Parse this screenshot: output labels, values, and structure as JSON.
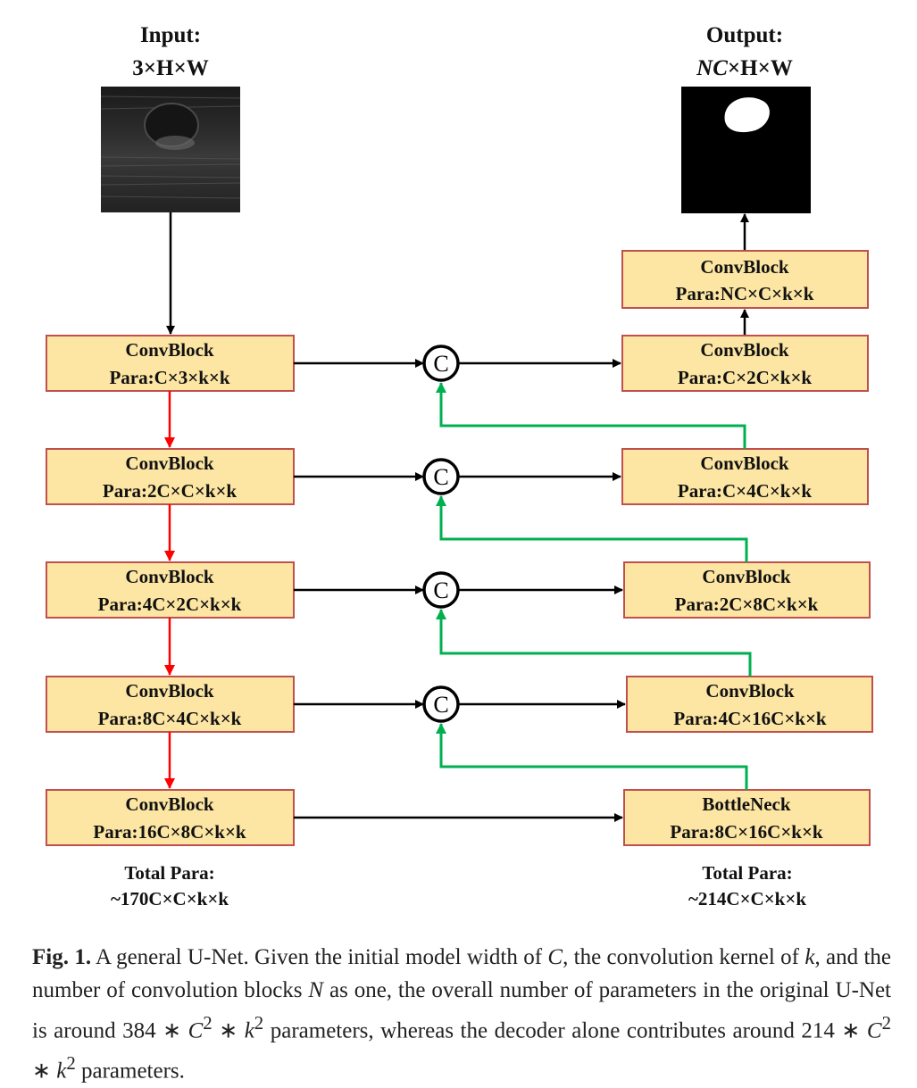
{
  "input": {
    "title": "Input:",
    "shape": "3×H×W"
  },
  "output": {
    "title": "Output:",
    "shape_prefix": "NC",
    "shape_suffix": "×H×W"
  },
  "encoder": [
    {
      "name": "ConvBlock",
      "para": "Para:C×3×k×k"
    },
    {
      "name": "ConvBlock",
      "para": "Para:2C×C×k×k"
    },
    {
      "name": "ConvBlock",
      "para": "Para:4C×2C×k×k"
    },
    {
      "name": "ConvBlock",
      "para": "Para:8C×4C×k×k"
    },
    {
      "name": "ConvBlock",
      "para": "Para:16C×8C×k×k"
    }
  ],
  "decoder": [
    {
      "name": "ConvBlock",
      "para": "Para:C×2C×k×k"
    },
    {
      "name": "ConvBlock",
      "para": "Para:C×4C×k×k"
    },
    {
      "name": "ConvBlock",
      "para": "Para:2C×8C×k×k"
    },
    {
      "name": "ConvBlock",
      "para": "Para:4C×16C×k×k"
    },
    {
      "name": "BottleNeck",
      "para": "Para:8C×16C×k×k"
    }
  ],
  "final_block": {
    "name": "ConvBlock",
    "para": "Para:NC×C×k×k"
  },
  "concat_symbol": "C",
  "totals": {
    "encoder_title": "Total Para:",
    "encoder_value": "~170C×C×k×k",
    "decoder_title": "Total Para:",
    "decoder_value": "~214C×C×k×k"
  },
  "caption": {
    "label": "Fig. 1.",
    "t1": " A general U-Net. Given the initial model width of ",
    "v_c": "C",
    "t2": ", the convolution kernel of ",
    "v_k": "k",
    "t3": ", and the number of convolution blocks ",
    "v_n": "N",
    "t4": " as one, the overall number of parameters in the original U-Net is around 384 ∗ ",
    "v_c2": "C",
    "sup1": "2",
    "t5": " ∗ ",
    "v_k2": "k",
    "sup2": "2",
    "t6": " parameters, whereas the decoder alone contributes around 214 ∗ ",
    "v_c3": "C",
    "sup3": "2",
    "t7": " ∗ ",
    "v_k3": "k",
    "sup4": "2",
    "t8": " parameters."
  },
  "colors": {
    "block_fill": "#fde6a3",
    "block_border": "#c0504d",
    "downsample_arrow": "#ff0000",
    "skip_line": "#00b050",
    "flow_arrow": "#000000"
  }
}
